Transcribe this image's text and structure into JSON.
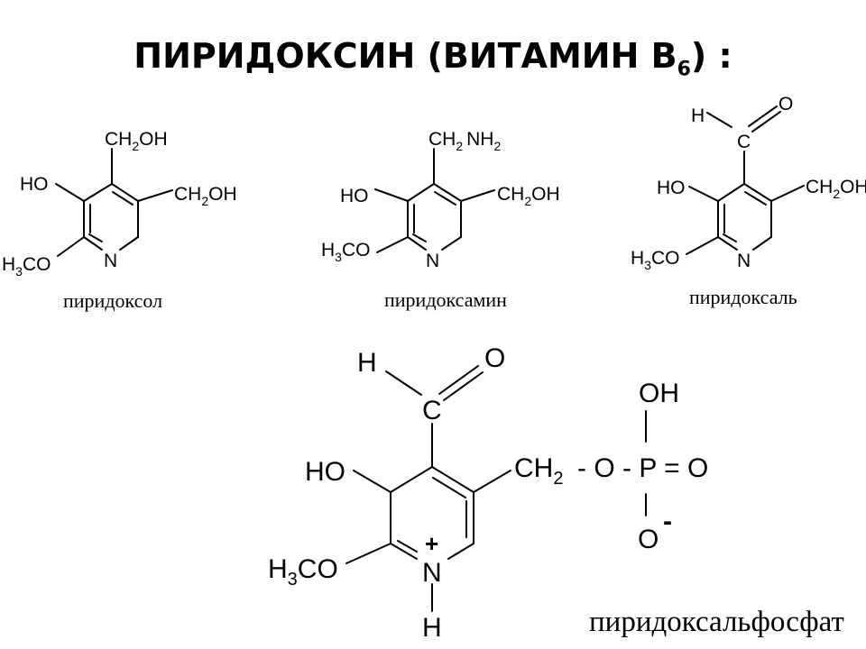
{
  "title": {
    "main": "ПИРИДОКСИН (ВИТАМИН B",
    "sub": "6",
    "tail": ") :"
  },
  "pyridoxol": {
    "top_group": {
      "a": "CH",
      "b": "2",
      "c": "OH"
    },
    "right_group": {
      "a": "CH",
      "b": "2",
      "c": "OH"
    },
    "hydroxy": "HO",
    "methoxy": {
      "a": "H",
      "b": "3",
      "c": "CO"
    },
    "nitrogen": "N",
    "caption": "пиридоксол"
  },
  "pyridoxamine": {
    "top_group": {
      "a": "CH",
      "b": "2",
      "c": "NH",
      "d": "2"
    },
    "right_group": {
      "a": "CH",
      "b": "2",
      "c": "OH"
    },
    "hydroxy": "HO",
    "methoxy": {
      "a": "H",
      "b": "3",
      "c": "CO"
    },
    "nitrogen": "N",
    "caption": "пиридоксамин"
  },
  "pyridoxal": {
    "aldehyde_h": "H",
    "aldehyde_o": "O",
    "aldehyde_c": "C",
    "right_group": {
      "a": "CH",
      "b": "2",
      "c": "OH"
    },
    "hydroxy": "HO",
    "methoxy": {
      "a": "H",
      "b": "3",
      "c": "CO"
    },
    "nitrogen": "N",
    "caption": "пиридоксаль"
  },
  "plp": {
    "aldehyde_h": "H",
    "aldehyde_o": "O",
    "aldehyde_c": "C",
    "hydroxy": "HO",
    "methoxy": {
      "a": "H",
      "b": "3",
      "c": "CO"
    },
    "nitrogen": "N",
    "n_charge": "+",
    "n_h": "H",
    "ch2": {
      "a": "CH",
      "b": "2"
    },
    "phosphate_chain": "- O - P = O",
    "p_oh": "OH",
    "p_o": "O",
    "p_charge": "-",
    "caption": "пиридоксальфосфат"
  }
}
